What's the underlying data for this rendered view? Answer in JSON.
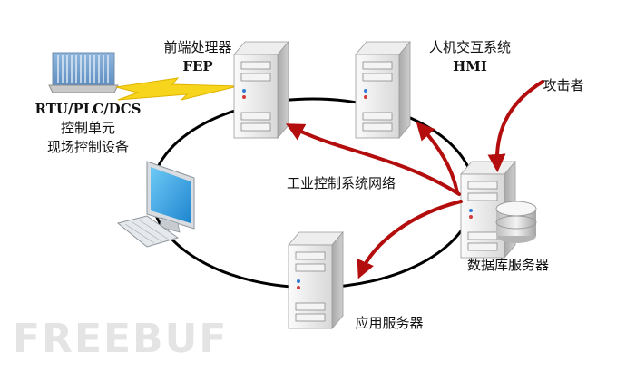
{
  "nodes": {
    "fep": {
      "line1": "前端处理器",
      "line2": "FEP",
      "icon": "server-icon"
    },
    "hmi": {
      "line1": "人机交互系统",
      "line2": "HMI",
      "icon": "server-icon"
    },
    "attacker": {
      "label": "攻击者"
    },
    "rtu": {
      "line1": "RTU/PLC/DCS",
      "line2": "控制单元",
      "line3": "现场控制设备",
      "icon": "rack-device-icon"
    },
    "network": {
      "label": "工业控制系统网络"
    },
    "db": {
      "label": "数据库服务器",
      "icon": "database-server-icon"
    },
    "app": {
      "label": "应用服务器",
      "icon": "server-icon"
    },
    "workstation": {
      "icon": "computer-icon"
    }
  },
  "watermark": "FREEBUF",
  "colors": {
    "attack_arrow": "#b30d0d",
    "link_bolt": "#f7d51d",
    "ring": "#000000"
  }
}
